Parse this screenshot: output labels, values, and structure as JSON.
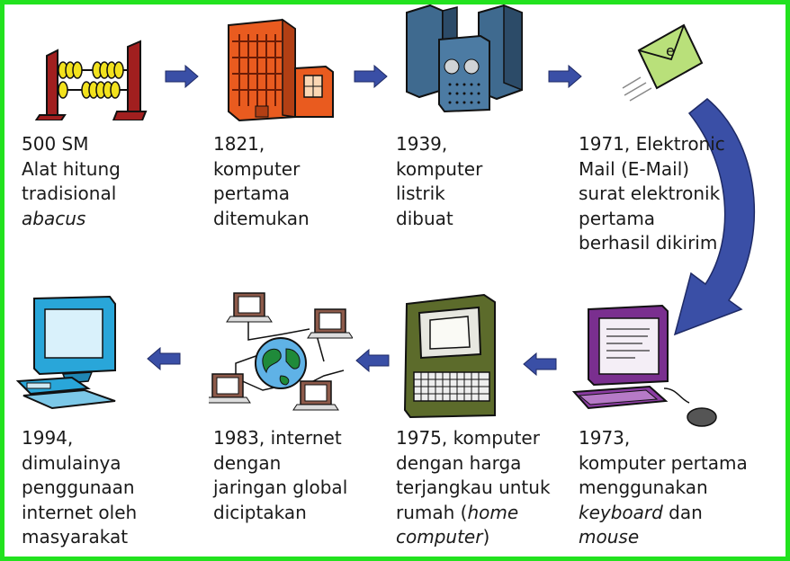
{
  "colors": {
    "border": "#22e21e",
    "arrow": "#3a4fa6"
  },
  "steps": [
    {
      "id": "abacus",
      "lines": [
        "500 SM",
        "Alat hitung",
        "tradisional"
      ],
      "italic": "abacus"
    },
    {
      "id": "first-computer",
      "lines": [
        "1821,",
        "komputer",
        "pertama",
        "ditemukan"
      ]
    },
    {
      "id": "electric-computer",
      "lines": [
        "1939,",
        "komputer",
        "listrik",
        "dibuat"
      ]
    },
    {
      "id": "email",
      "lines": [
        "1971, Elektronic",
        "Mail (E-Mail)",
        "surat elektronik",
        "pertama",
        "berhasil dikirim"
      ]
    },
    {
      "id": "keyboard-mouse",
      "lines": [
        "1973,",
        "komputer pertama",
        "menggunakan"
      ],
      "line4_italic_a": "keyboard",
      "line4_plain": " dan",
      "line5_italic": "mouse"
    },
    {
      "id": "home-computer",
      "lines": [
        "1975, komputer",
        "dengan harga",
        "terjangkau untuk"
      ],
      "line4_plain": "rumah (",
      "line4_italic": "home",
      "line5_italic": "computer",
      "line5_plain": ")"
    },
    {
      "id": "internet-global",
      "lines": [
        "1983, internet",
        "dengan",
        "jaringan global",
        "diciptakan"
      ]
    },
    {
      "id": "public-internet",
      "lines": [
        "1994,",
        "dimulainya",
        "penggunaan",
        "internet oleh",
        "masyarakat"
      ]
    }
  ],
  "icons": [
    "abacus-icon",
    "ancient-computer-icon",
    "mainframe-computer-icon",
    "email-envelope-icon",
    "desktop-computer-with-mouse-icon",
    "home-computer-icon",
    "global-network-icon",
    "modern-computer-icon"
  ],
  "email_letter": "e"
}
